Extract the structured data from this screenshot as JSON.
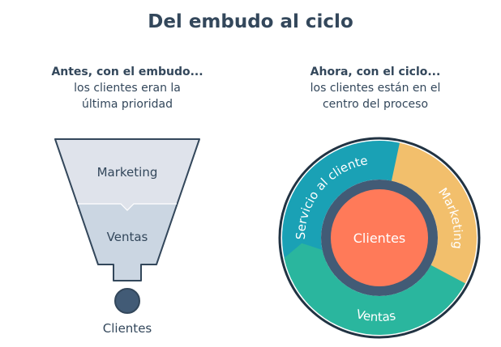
{
  "title": "Del embudo al ciclo",
  "left": {
    "heading": "Antes, con el embudo...",
    "line2": "los clientes eran la",
    "line3": "última prioridad",
    "funnel_top": "Marketing",
    "funnel_bottom": "Ventas",
    "output": "Clientes"
  },
  "right": {
    "heading": "Ahora, con el ciclo...",
    "line2": "los clientes están en el",
    "line3": "centro del proceso",
    "center": "Clientes",
    "segments": [
      "Marketing",
      "Ventas",
      "Servicio al cliente"
    ]
  },
  "colors": {
    "text": "#33475b",
    "marketing": "#f2bf6c",
    "ventas": "#2ab69e",
    "servicio": "#1aa1b5",
    "center": "#ff7a59",
    "ring": "#425b76"
  }
}
